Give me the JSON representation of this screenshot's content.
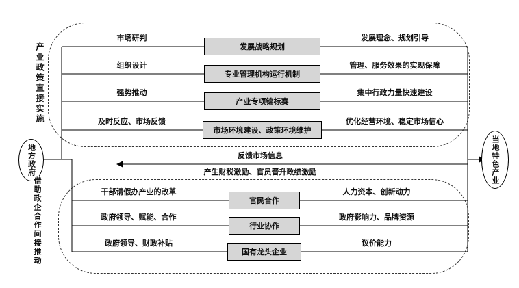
{
  "left_node": {
    "label": "地方政府"
  },
  "right_node": {
    "label": "当地特色产业"
  },
  "top_section": {
    "side_label": "产业政策直接实施",
    "rows": [
      {
        "left": "市场研判",
        "box": "发展战略规划",
        "right": "发展理念、规划引导"
      },
      {
        "left": "组织设计",
        "box": "专业管理机构运行机制",
        "right": "管理、服务效果的实现保障"
      },
      {
        "left": "强势推动",
        "box": "产业专项锦标赛",
        "right": "集中行政力量快速建设"
      },
      {
        "left": "及时反应、市场反馈",
        "box": "市场环境建设、政策环境维护",
        "right": "优化经营环境、稳定市场信心"
      }
    ]
  },
  "feedback": {
    "top_label": "反馈市场信息",
    "bottom_label": "产生财税激励、官员晋升政绩激励"
  },
  "bottom_section": {
    "side_label": "借助政企合作间接推动",
    "rows": [
      {
        "left": "干部请假办产业的改革",
        "box": "官民合作",
        "right": "人力资本、创新动力"
      },
      {
        "left": "政府领导、赋能、合作",
        "box": "行业协作",
        "right": "政府影响力、品牌资源"
      },
      {
        "left": "政府领导、财政补贴",
        "box": "国有龙头企业",
        "right": "议价能力"
      }
    ]
  },
  "colors": {
    "box_fill": "#d6d6d6",
    "line": "#000000"
  }
}
